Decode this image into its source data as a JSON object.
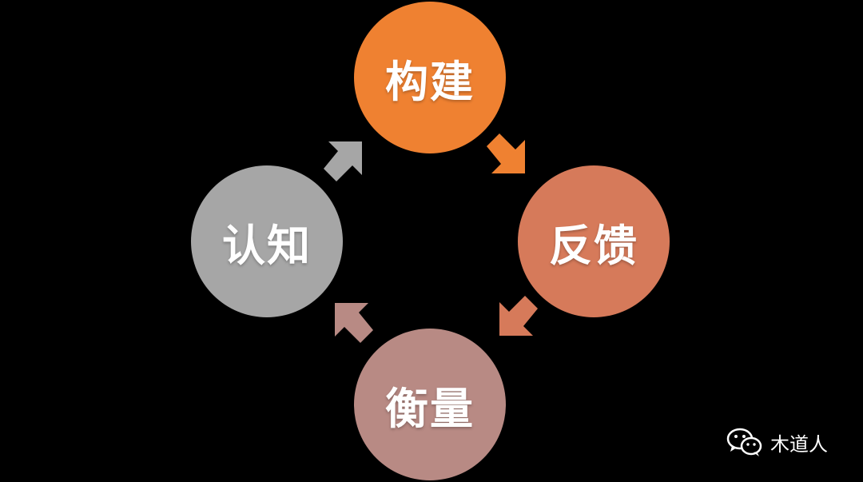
{
  "nodes": {
    "top": {
      "label": "构建",
      "color": "#EF8131"
    },
    "right": {
      "label": "反馈",
      "color": "#D67A5A"
    },
    "bottom": {
      "label": "衡量",
      "color": "#B88A84"
    },
    "left": {
      "label": "认知",
      "color": "#A6A6A6"
    }
  },
  "arrows": {
    "top_right": {
      "color": "#EF8131",
      "icon": "arrow-down-right-icon"
    },
    "bottom_right": {
      "color": "#D67A5A",
      "icon": "arrow-down-left-icon"
    },
    "bottom_left": {
      "color": "#B88A84",
      "icon": "arrow-up-left-icon"
    },
    "top_left": {
      "color": "#A6A6A6",
      "icon": "arrow-up-right-icon"
    }
  },
  "watermark": {
    "text": "木道人",
    "icon": "wechat-icon"
  }
}
